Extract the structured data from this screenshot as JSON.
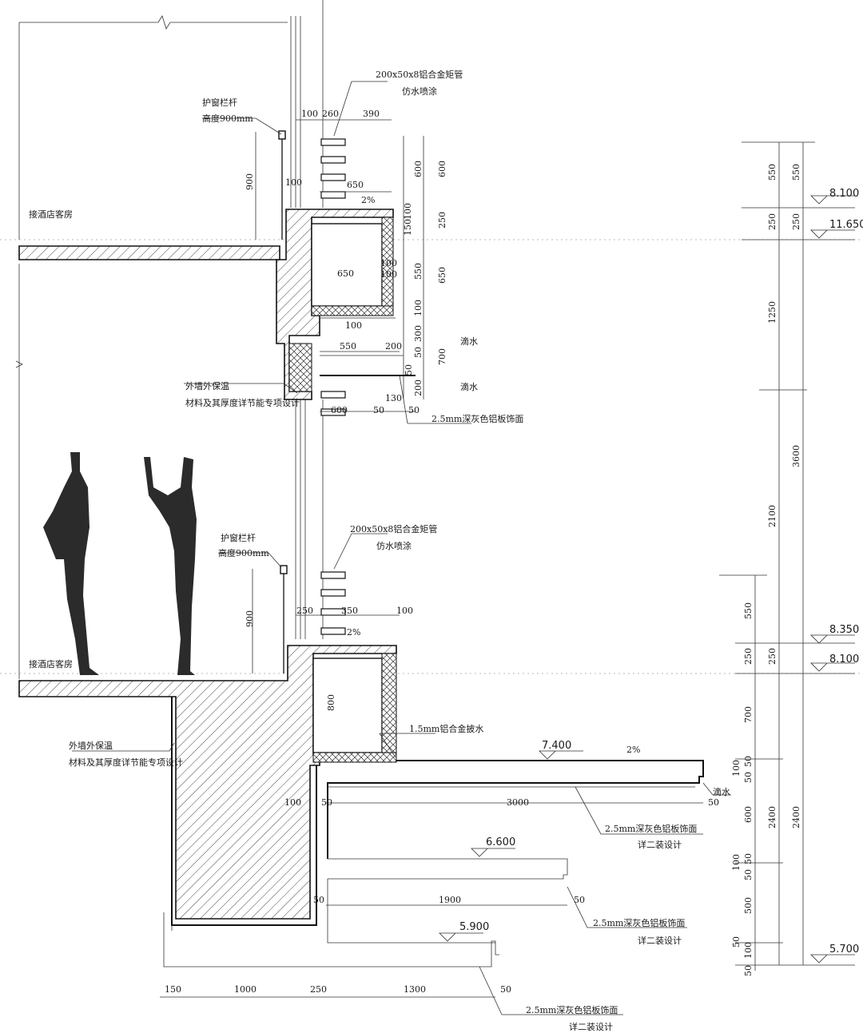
{
  "labels": {
    "tube_top": "200x50x8铝合金矩管",
    "tube_top_sub": "仿水喷涂",
    "tube_mid": "200x50x8铝合金矩管",
    "tube_mid_sub": "仿水喷涂",
    "rail_top": "护窗栏杆",
    "rail_top_sub": "高度900mm",
    "rail_mid": "护窗栏杆",
    "rail_mid_sub": "高度900mm",
    "room_top": "接酒店客房",
    "room_mid": "接酒店客房",
    "insul_top": "外墙外保温",
    "insul_top_sub": "材料及其厚度详节能专项设计",
    "insul_bot": "外墙外保温",
    "insul_bot_sub": "材料及其厚度详节能专项设计",
    "drip_1": "滴水",
    "drip_2": "滴水",
    "drip_3": "滴水",
    "alu_panel_1": "2.5mm深灰色铝板饰面",
    "alu_flash": "1.5mm铝合金披水",
    "alu_panel_2": "2.5mm深灰色铝板饰面",
    "alu_panel_2_sub": "详二装设计",
    "alu_panel_3": "2.5mm深灰色铝板饰面",
    "alu_panel_3_sub": "详二装设计",
    "alu_panel_4": "2.5mm深灰色铝板饰面",
    "alu_panel_4_sub": "详二装设计",
    "slope_1": "2%",
    "slope_2": "2%",
    "slope_3": "2%"
  },
  "elevations": {
    "e1": "8.100",
    "e2": "11.650",
    "e3": "8.350",
    "e4": "8.100",
    "e5": "7.400",
    "e6": "6.600",
    "e7": "5.900",
    "e8": "5.700"
  },
  "dims": {
    "d100a": "100",
    "d260": "260",
    "d390": "390",
    "d900a": "900",
    "d100b": "100",
    "d600a": "600",
    "d600b": "600",
    "d650a": "650",
    "d100c": "100",
    "d150": "150",
    "d250a": "250",
    "d650b": "650",
    "d100d": "100",
    "d550a": "550",
    "d650c": "650",
    "d100e": "100",
    "d100f": "100",
    "d550b": "550",
    "d200a": "200",
    "d300": "300",
    "d50a": "50",
    "d100g": "100",
    "d700a": "700",
    "d50b": "50",
    "d200b": "200",
    "d130": "130",
    "d600c": "600",
    "d50c": "50",
    "d50d": "50",
    "d900b": "900",
    "d250b": "250",
    "d350": "350",
    "d100h": "100",
    "d800": "800",
    "d100i": "100",
    "d50e": "50",
    "d3000": "3000",
    "d50f": "50",
    "d1900": "1900",
    "d50g": "50",
    "d50h": "50",
    "d50i": "50",
    "b150": "150",
    "b1000": "1000",
    "b250": "250",
    "b1300": "1300",
    "b50": "50",
    "r550a": "550",
    "r550b": "550",
    "r250a": "250",
    "r250b": "250",
    "r1250": "1250",
    "r3600": "3600",
    "r2100": "2100",
    "r550c": "550",
    "r250c": "250",
    "r250d": "250",
    "r700": "700",
    "r50a": "50",
    "r100a": "100",
    "r50b": "50",
    "r2400a": "2400",
    "r2400b": "2400",
    "r600": "600",
    "r100b": "100",
    "r50c": "50",
    "r50d": "50",
    "r500": "500",
    "r50e": "50",
    "r100c": "100",
    "r50f": "50"
  }
}
